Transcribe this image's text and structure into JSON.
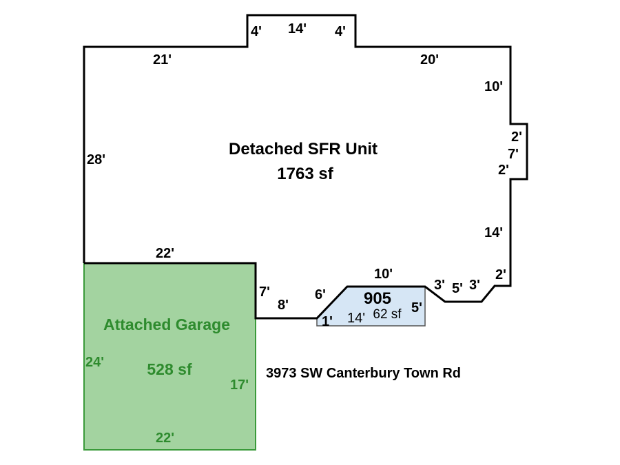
{
  "main_unit": {
    "name": "Detached SFR Unit",
    "area": "1763 sf"
  },
  "garage": {
    "name": "Attached Garage",
    "area": "528 sf"
  },
  "porch": {
    "label": "905",
    "area": "62 sf"
  },
  "address": "3973 SW Canterbury Town Rd",
  "dimensions": {
    "top_left": "21'",
    "bump_left": "4'",
    "bump_top": "14'",
    "bump_right": "4'",
    "top_right": "20'",
    "right_upper": "10'",
    "notch_top": "2'",
    "notch_side": "7'",
    "notch_bottom": "2'",
    "left": "28'",
    "right_lower": "14'",
    "step_right": "2'",
    "garage_top": "22'",
    "gap_7": "7'",
    "gap_8": "8'",
    "porch_diag": "6'",
    "porch_top": "10'",
    "porch_left": "1'",
    "porch_bottom": "14'",
    "porch_right": "5'",
    "bay_a": "3'",
    "bay_b": "5'",
    "bay_c": "3'"
  },
  "garage_dimensions": {
    "left": "24'",
    "right": "17'",
    "bottom": "22'"
  },
  "colors": {
    "garage_fill": "#a3d3a0",
    "garage_stroke": "#3a9a3a",
    "porch_fill": "#d6e6f5",
    "outline": "#000000"
  }
}
